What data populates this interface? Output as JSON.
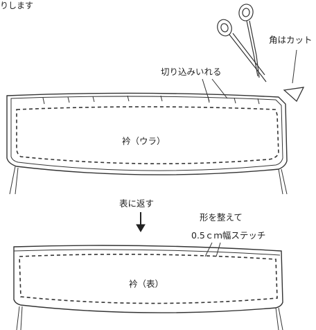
{
  "top_fragment": "りします",
  "labels": {
    "corner_cut": "角はカット",
    "notches": "切り込みいれる",
    "collar_back": "衿（ウラ）",
    "turn_out": "表に返す",
    "shape": "形を整えて",
    "stitch": "0.5ｃｍ幅ステッチ",
    "collar_front": "衿（表）"
  },
  "colors": {
    "line": "#333333",
    "background": "#ffffff"
  }
}
